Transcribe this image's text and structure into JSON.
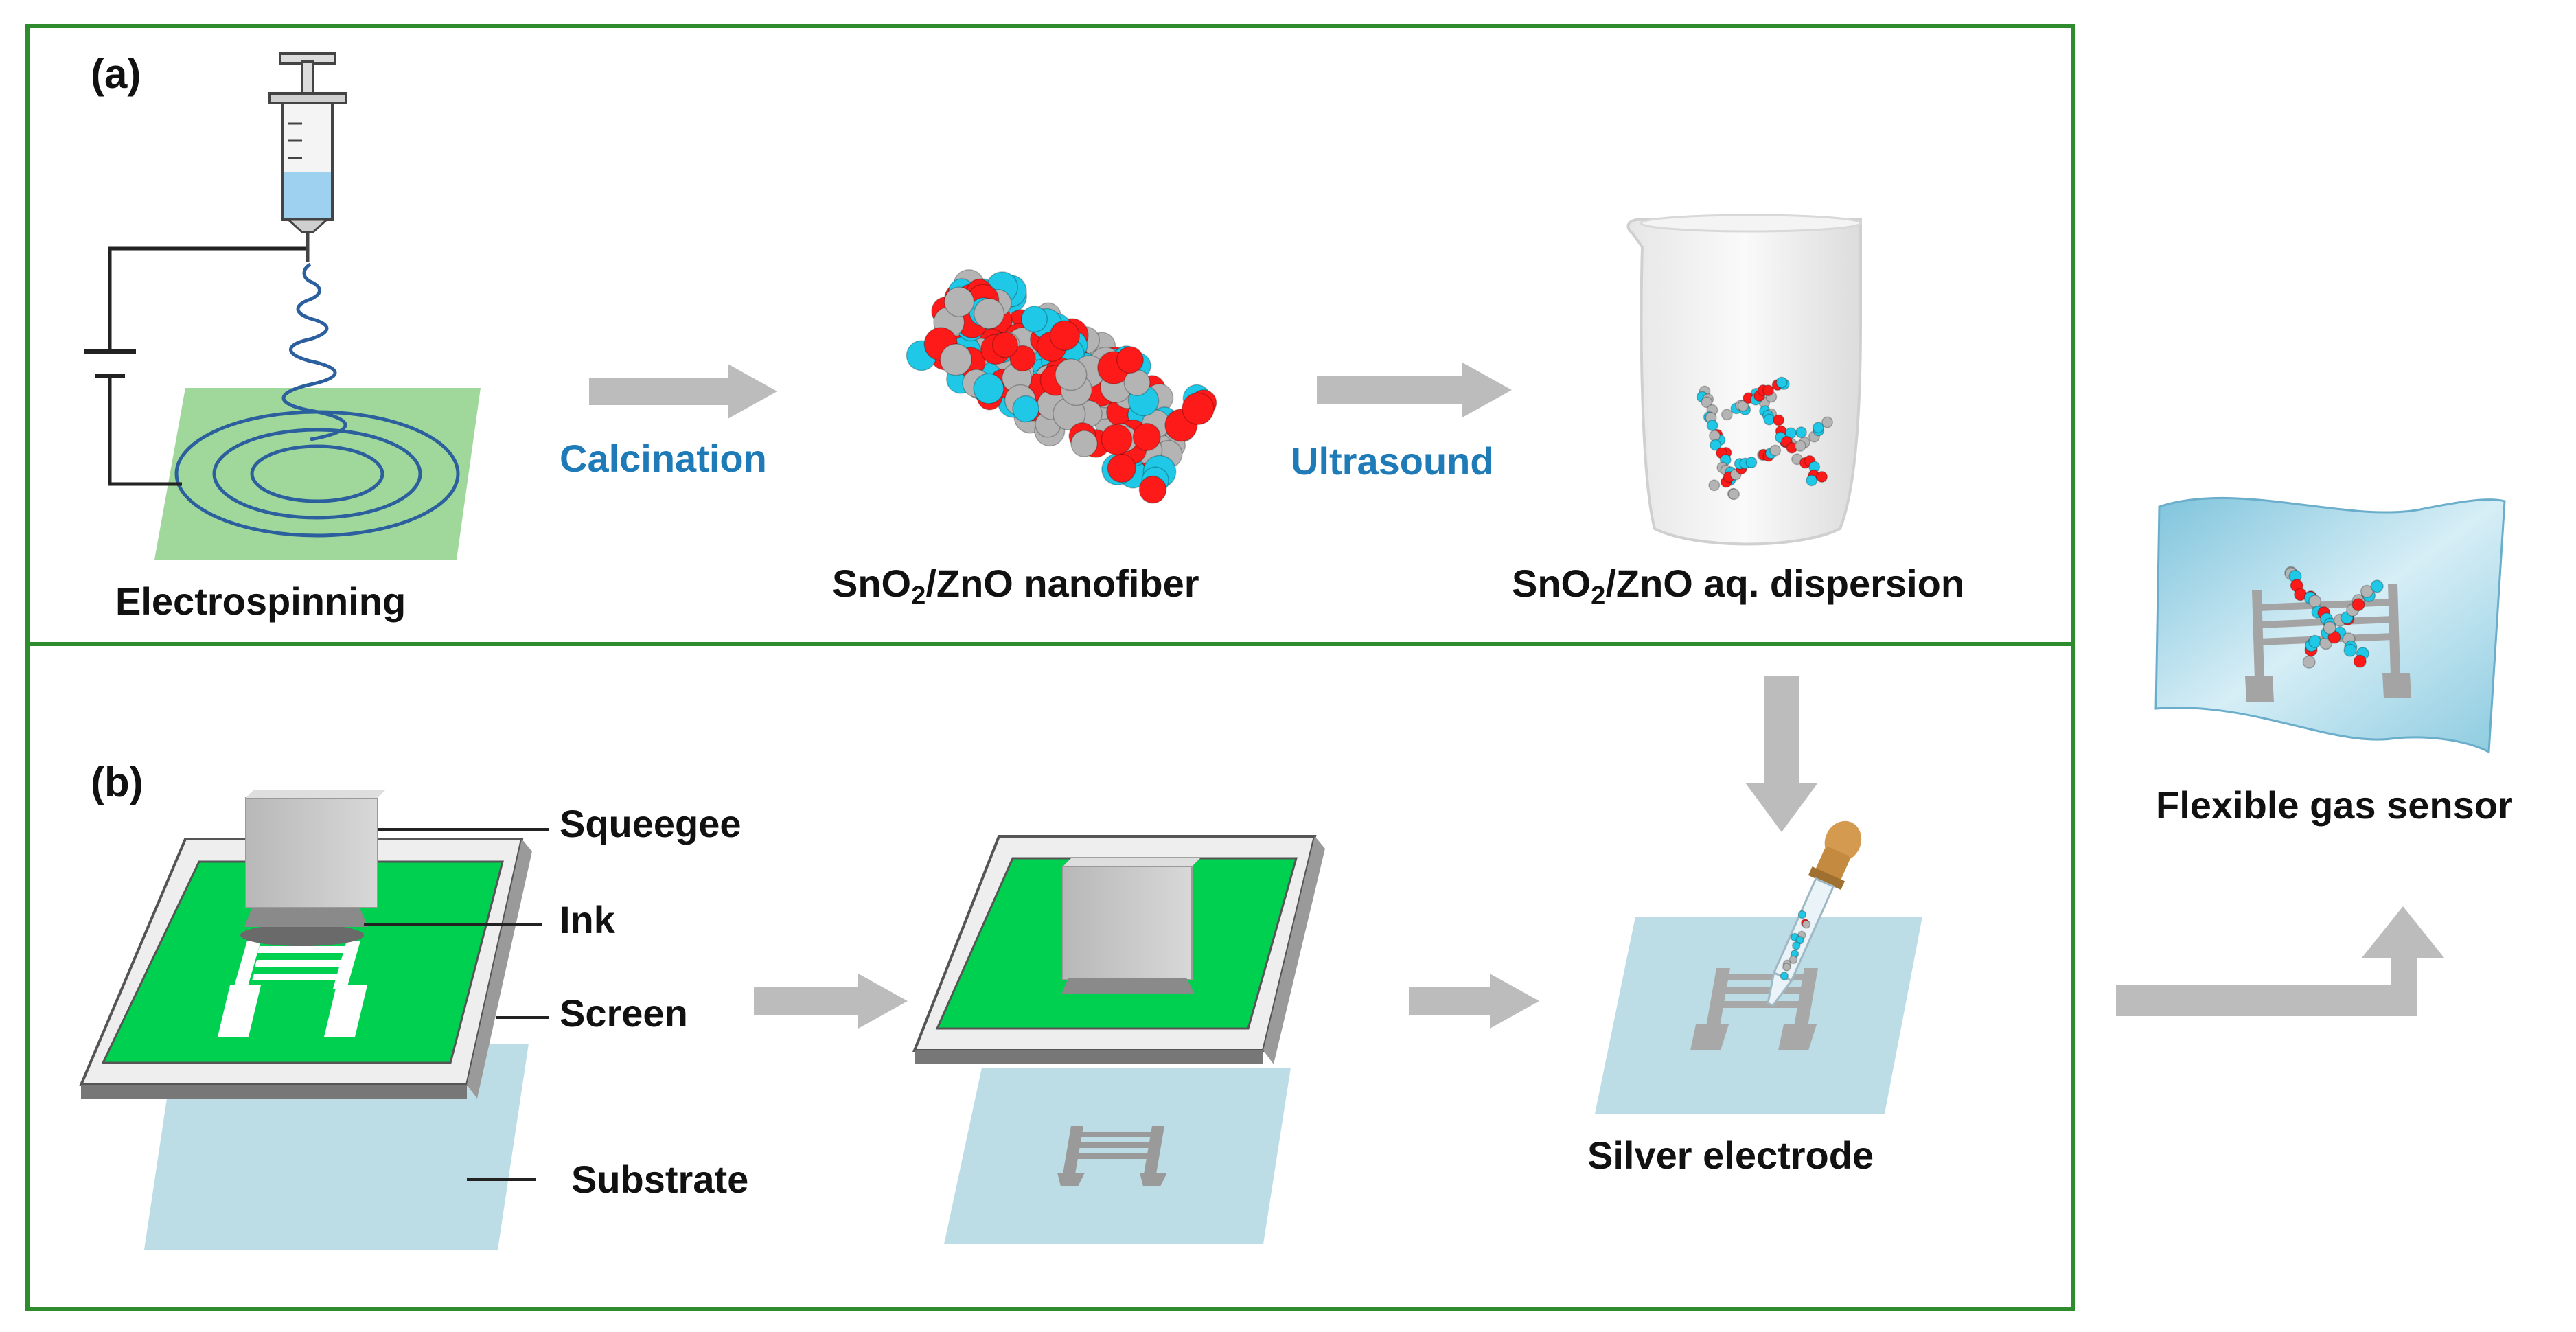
{
  "panels": {
    "a_tag": "(a)",
    "b_tag": "(b)"
  },
  "steps": {
    "calcination": "Calcination",
    "ultrasound": "Ultrasound"
  },
  "captions": {
    "electrospinning": "Electrospinning",
    "nanofiber": {
      "pre": "SnO",
      "sub": "2",
      "post": "/ZnO nanofiber"
    },
    "dispersion": {
      "pre": "SnO",
      "sub": "2",
      "post": "/ZnO aq. dispersion"
    },
    "silver_electrode": "Silver electrode",
    "sensor": "Flexible gas sensor"
  },
  "callouts": {
    "squeegee": "Squeegee",
    "ink": "Ink",
    "screen": "Screen",
    "substrate": "Substrate"
  },
  "colors": {
    "frame_green": "#2e8b2e",
    "arrow_gray": "#bcbcbc",
    "mesh_green": "#00d050",
    "substrate_blue": "#bcdde6",
    "collector_green": "#9fd89a",
    "step_blue": "#1e7bb8",
    "fiber_red": "#ff1a1a",
    "fiber_cyan": "#1ec8e6",
    "fiber_gray": "#b4b4b4",
    "electrode_gray": "#a8a8a8"
  }
}
